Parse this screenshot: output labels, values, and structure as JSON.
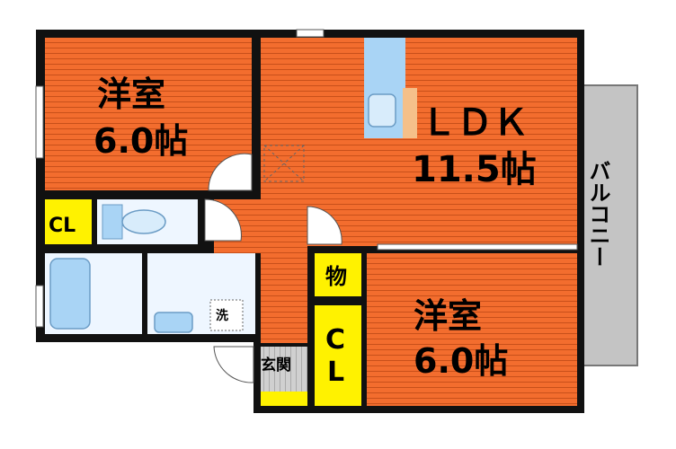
{
  "rooms": {
    "bedroom_top_left": {
      "name": "洋室",
      "size": "6.0帖"
    },
    "ldk": {
      "name": "ＬＤＫ",
      "size": "11.5帖"
    },
    "bedroom_bottom_right": {
      "name": "洋室",
      "size": "6.0帖"
    },
    "closet_left": "CL",
    "closet_center_top": "C",
    "closet_center_bottom": "L",
    "storage": "物",
    "washer": "洗",
    "entrance": "玄関",
    "balcony": "バルコニー"
  },
  "colors": {
    "floor": "#f36d2e",
    "floor_line": "#c8501a",
    "wet_area": "#eef6ff",
    "fixture": "#a9d4f5",
    "closet": "#fff200",
    "wall": "#111111",
    "balcony": "#c4c4c4",
    "entrance": "#d0d0d0"
  }
}
